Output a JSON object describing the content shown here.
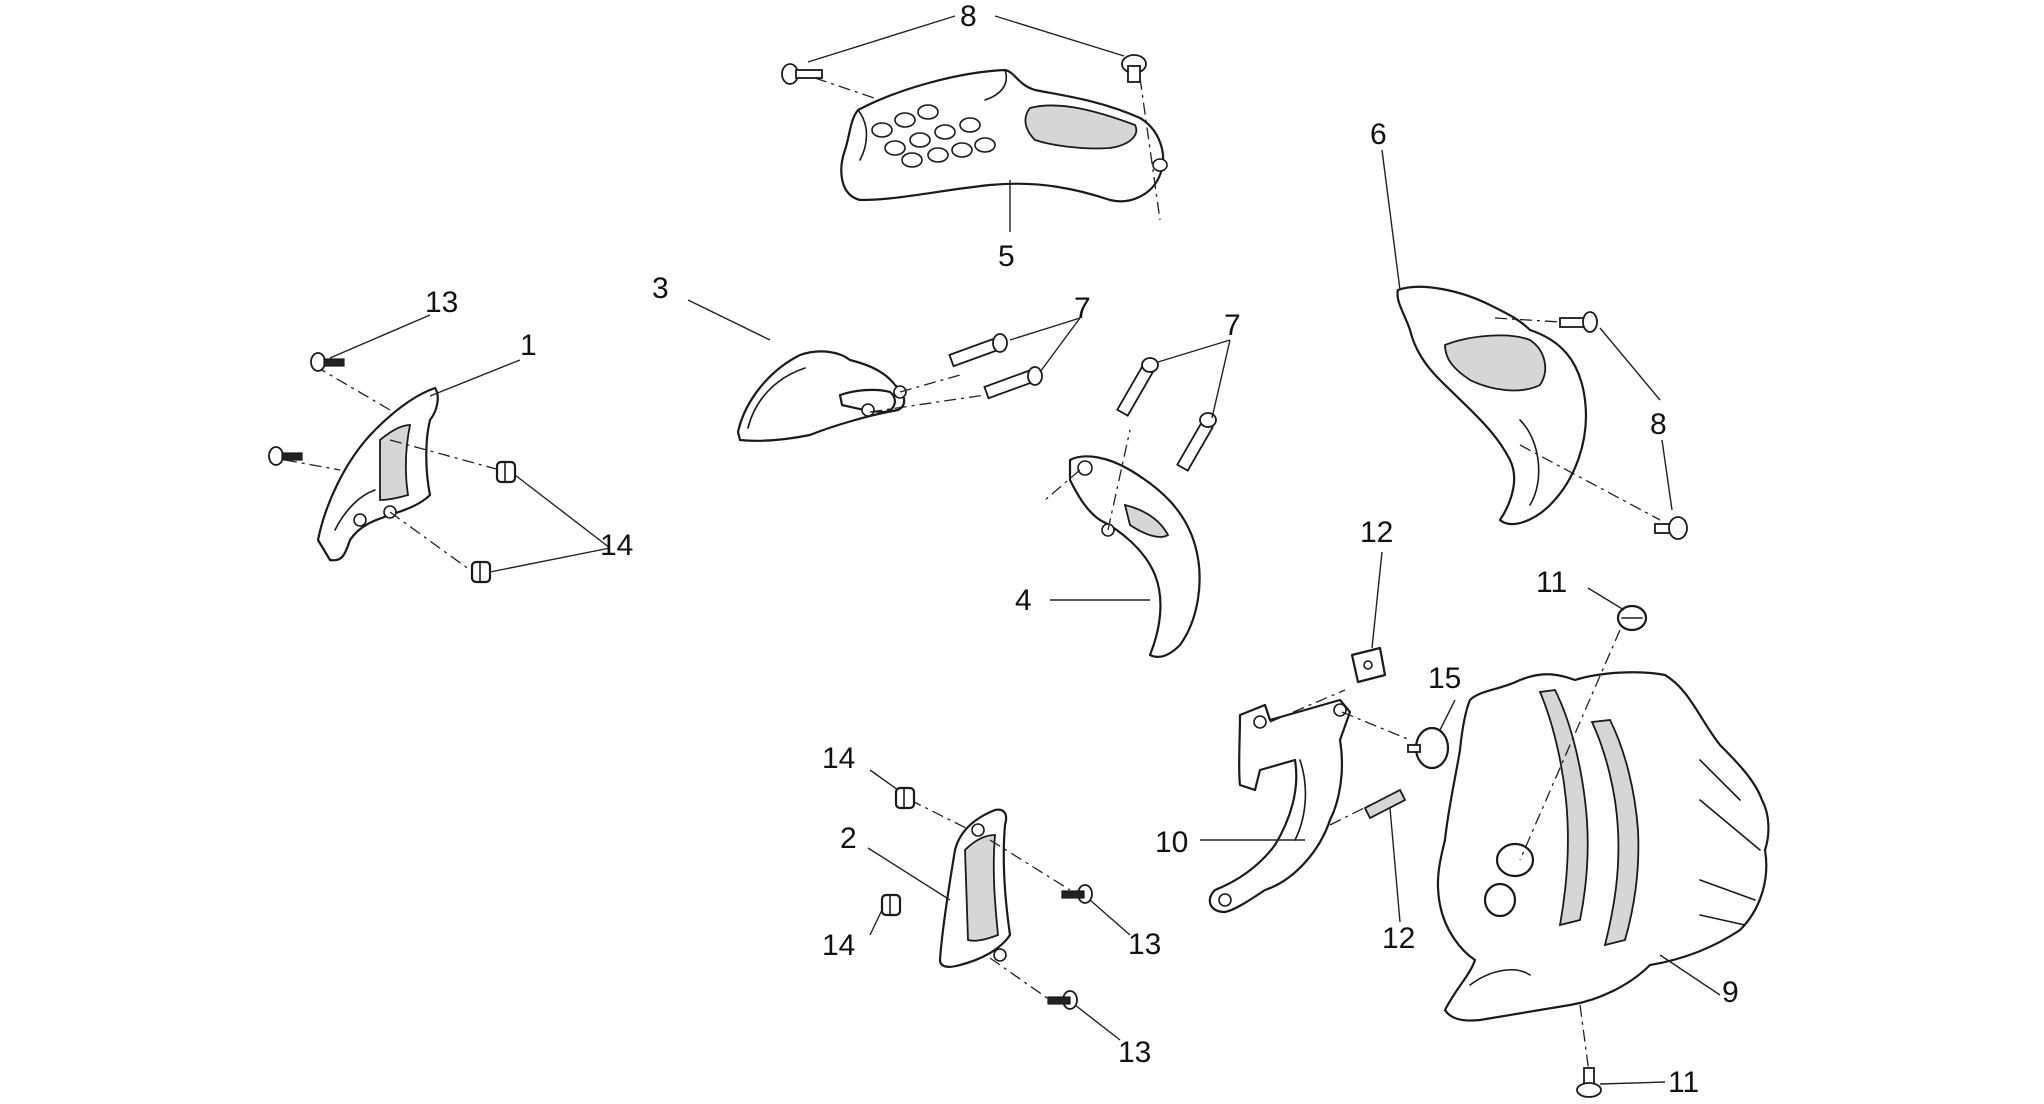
{
  "diagram": {
    "type": "exploded-parts-view",
    "callouts": [
      {
        "label": "1"
      },
      {
        "label": "2"
      },
      {
        "label": "3"
      },
      {
        "label": "4"
      },
      {
        "label": "5"
      },
      {
        "label": "6"
      },
      {
        "label": "7"
      },
      {
        "label": "7"
      },
      {
        "label": "8"
      },
      {
        "label": "8"
      },
      {
        "label": "9"
      },
      {
        "label": "10"
      },
      {
        "label": "11"
      },
      {
        "label": "11"
      },
      {
        "label": "12"
      },
      {
        "label": "12"
      },
      {
        "label": "13"
      },
      {
        "label": "13"
      },
      {
        "label": "13"
      },
      {
        "label": "14"
      },
      {
        "label": "14"
      },
      {
        "label": "14"
      },
      {
        "label": "15"
      }
    ]
  }
}
